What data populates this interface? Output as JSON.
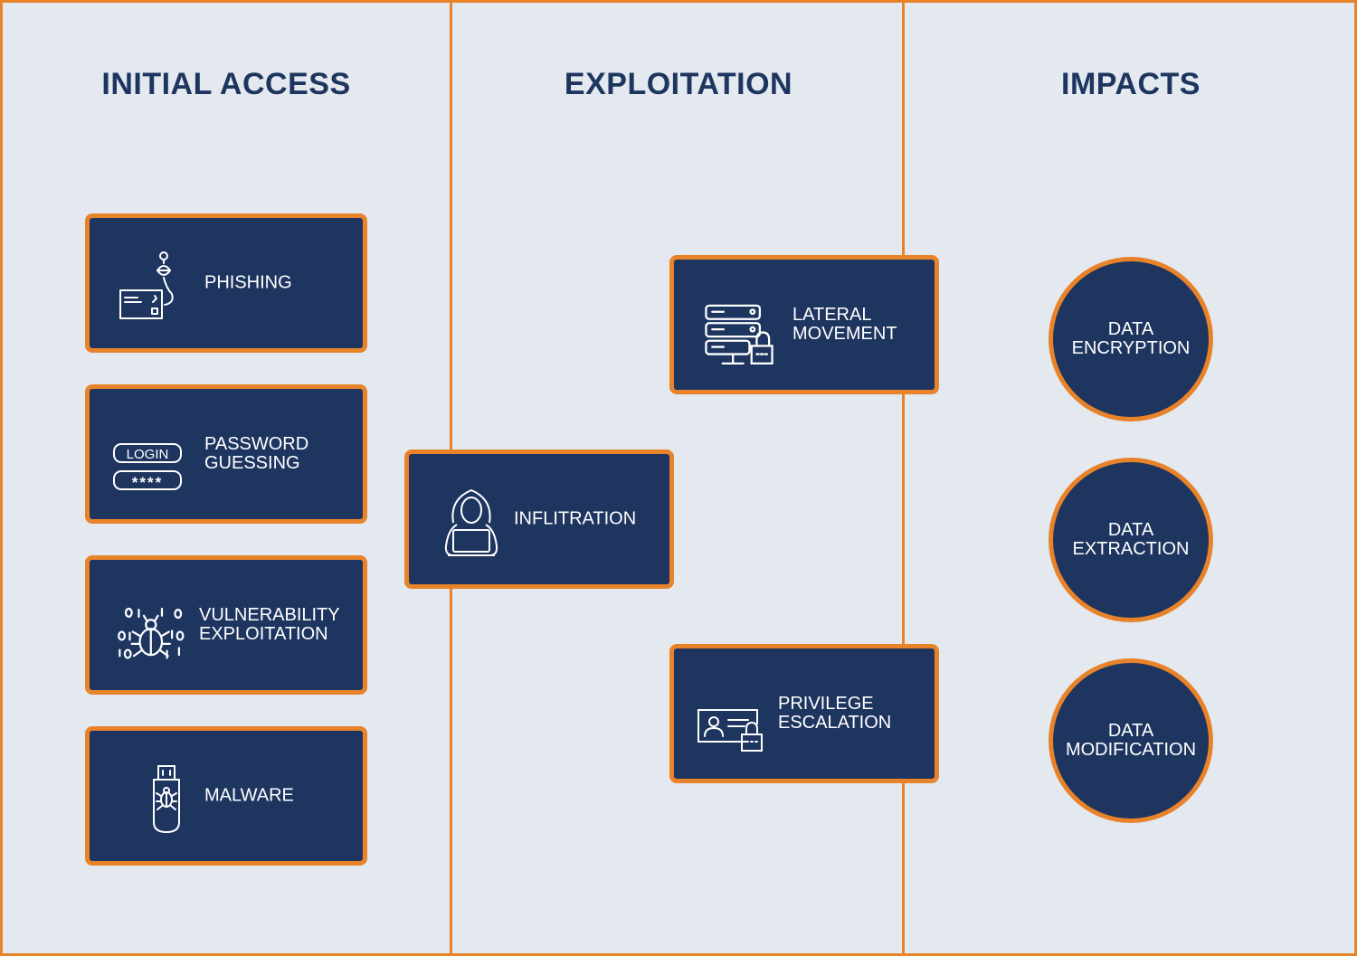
{
  "columns": {
    "initial_access": "INITIAL ACCESS",
    "exploitation": "EXPLOITATION",
    "impacts": "IMPACTS"
  },
  "initial_access": {
    "phishing": "PHISHING",
    "password_guessing": "PASSWORD\nGUESSING",
    "login_text": "LOGIN",
    "password_mask": "****",
    "vulnerability": "VULNERABILITY\nEXPLOITATION",
    "malware": "MALWARE"
  },
  "exploitation": {
    "infiltration": "INFLITRATION",
    "lateral": "LATERAL\nMOVEMENT",
    "privilege": "PRIVILEGE\nESCALATION"
  },
  "impacts": {
    "encryption": "DATA\nENCRYPTION",
    "extraction": "DATA\nEXTRACTION",
    "modification": "DATA\nMODIFICATION"
  },
  "colors": {
    "background": "#e3e9ef",
    "accent_orange": "#e8832a",
    "navy": "#1e3560",
    "text_white": "#ffffff"
  }
}
